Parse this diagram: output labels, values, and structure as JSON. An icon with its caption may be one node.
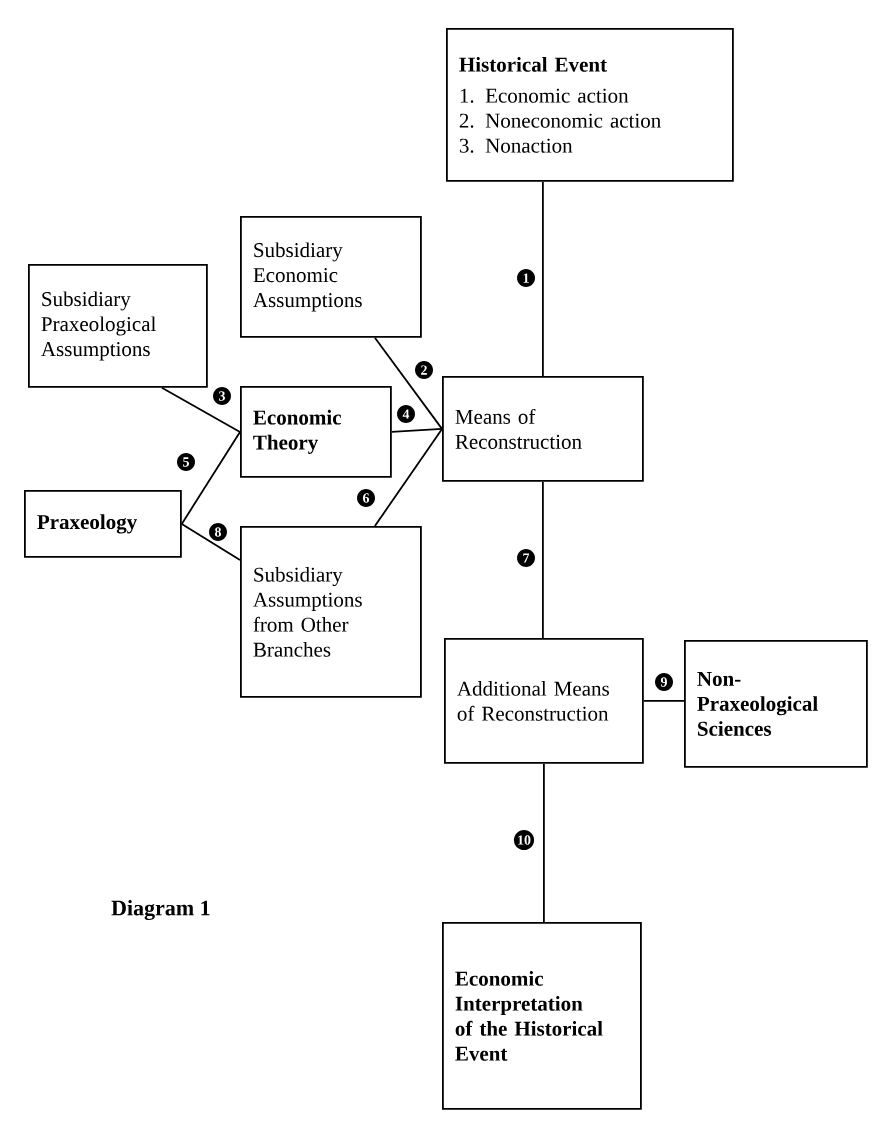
{
  "diagram": {
    "caption": "Diagram 1",
    "nodes": [
      {
        "text": [
          "Historical Event",
          "1. Economic action",
          "2. Noneconomic action",
          "3. Nonaction"
        ]
      },
      {
        "text": [
          "Subsidiary Economic Assumptions"
        ]
      },
      {
        "text": [
          "Subsidiary Praxeological Assumptions"
        ]
      },
      {
        "text": [
          "Economic Theory"
        ]
      },
      {
        "text": [
          "Means of Reconstruction"
        ]
      },
      {
        "text": [
          "Praxeology"
        ]
      },
      {
        "text": [
          "Subsidiary Assumptions from Other Branches"
        ]
      },
      {
        "text": [
          "Additional Means of Reconstruction"
        ]
      },
      {
        "text": [
          "Non-Praxeological Sciences"
        ]
      },
      {
        "text": [
          "Economic Interpretation of the Historical Event"
        ]
      }
    ],
    "edges": [
      {
        "from": 0,
        "to": 4,
        "arrow": "none",
        "label": "1"
      },
      {
        "from": 1,
        "to": 4,
        "arrow": "none",
        "label": "2"
      },
      {
        "from": 2,
        "to": 3,
        "arrow": "none",
        "label": "3"
      },
      {
        "from": 3,
        "to": 4,
        "arrow": "none",
        "label": "4"
      },
      {
        "from": 5,
        "to": 3,
        "arrow": "none",
        "label": "5"
      },
      {
        "from": 6,
        "to": 4,
        "arrow": "none",
        "label": "6"
      },
      {
        "from": 4,
        "to": 7,
        "arrow": "none",
        "label": "7"
      },
      {
        "from": 5,
        "to": 6,
        "arrow": "none",
        "label": "8"
      },
      {
        "from": 7,
        "to": 8,
        "arrow": "none",
        "label": "9"
      },
      {
        "from": 7,
        "to": 9,
        "arrow": "none",
        "label": "10"
      }
    ]
  }
}
